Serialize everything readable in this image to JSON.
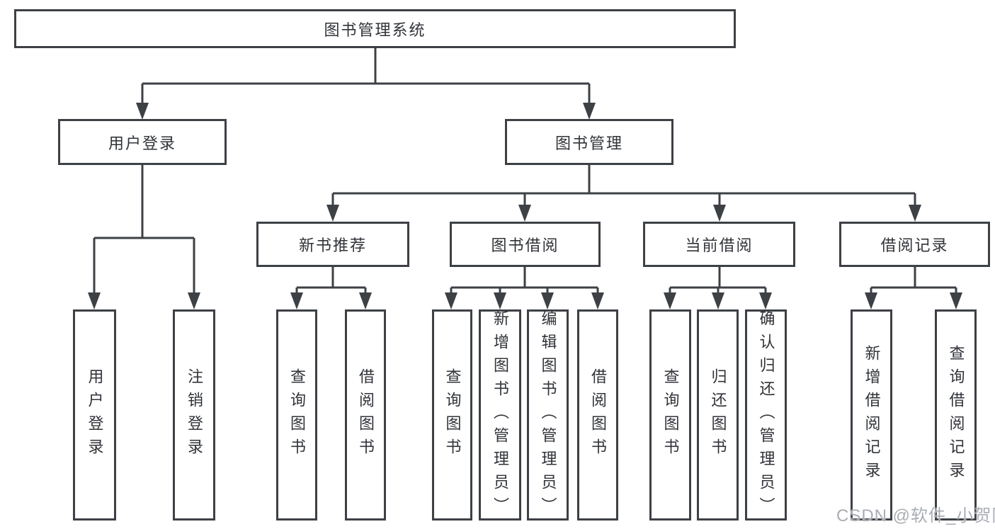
{
  "nodes": {
    "root": "图书管理系统",
    "user_login": "用户登录",
    "book_mgmt": "图书管理",
    "new_book_rec": "新书推荐",
    "book_borrow": "图书借阅",
    "current_borrow": "当前借阅",
    "borrow_records": "借阅记录",
    "leaf_user_login": "用户登录",
    "leaf_logout_login": "注销登录",
    "leaf_nbr_query_book": "查询图书",
    "leaf_nbr_borrow_book": "借阅图书",
    "leaf_bb_query_book": "查询图书",
    "leaf_bb_add_book": "新增图书（管理员）",
    "leaf_bb_edit_book": "编辑图书（管理员）",
    "leaf_bb_borrow_book": "借阅图书",
    "leaf_cb_query_book": "查询图书",
    "leaf_cb_return_book": "归还图书",
    "leaf_cb_confirm_return": "确认归还（管理员）",
    "leaf_br_add_record": "新增借阅记录",
    "leaf_br_query_record": "查询借阅记录"
  },
  "watermark": {
    "text": "CSDN @软件_小贺同学"
  },
  "colors": {
    "line": "#3d4045",
    "text": "#303338",
    "watermark": "#a9adb3",
    "background": "#ffffff"
  }
}
